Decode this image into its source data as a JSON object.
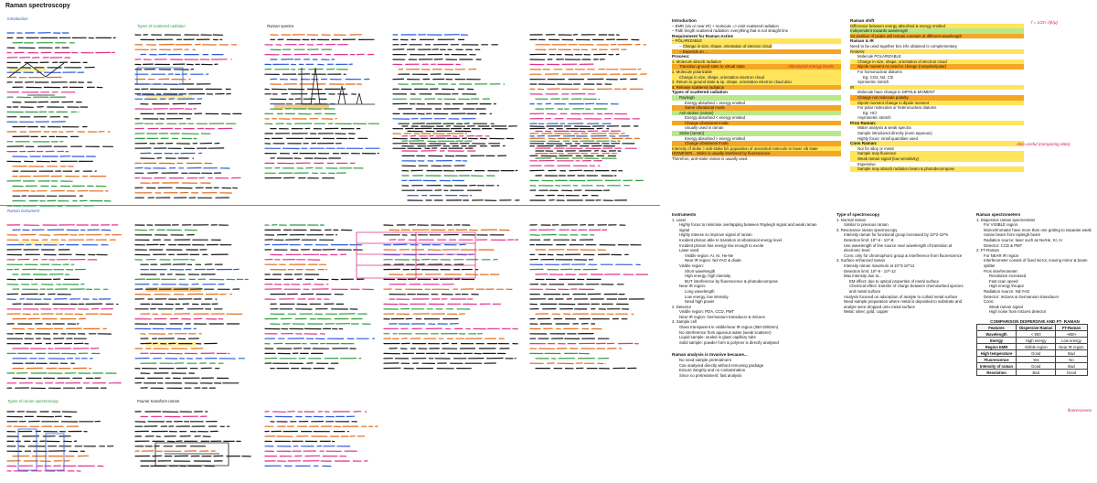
{
  "page": {
    "title": "Raman spectroscopy",
    "subtitle": ""
  },
  "intro": {
    "heading": "Introduction",
    "lines": [
      "EMR (vis or near IR) + molecule => emit scattered radiation",
      "Path length scattered radiation: everything that is not straight line"
    ],
    "req_heading": "Requirement for Raman Active",
    "req_lines": [
      "POLARIZABLE",
      "Change in size, shape, orientation of electron cloud",
      "Depends on ..."
    ],
    "process_heading": "Process:",
    "process_lines": [
      "1. Molecule absorb radiation",
      "Transition ground state to virtual state",
      "2. Molecule polarizable",
      "Change in size, shape, orientation electron cloud",
      "3. Return to ground state & sp. shape, orientation electron cloud also",
      "4. Release scattered radiation"
    ],
    "types_heading": "Types of scattered radiation",
    "types_lines": [
      "Rayleigh",
      "Energy absorbed = energy emitted",
      "Same vibrational mode",
      "Anti-stokes (raman)",
      "Energy absorbed < energy emitted",
      "Change vibrational mode",
      "Usually used in raman",
      "Stoke (raman)",
      "Energy absorbed > energy emitted",
      "Change vibrational mode",
      "Intensity of stoke > anti-stoke b/c population of unexcited molecule in lower vib state",
      "HOWEVER... Stoke is usually interfered by fluorescence",
      "Therefore, anti-stoke raman is usually used"
    ],
    "annotation": "Vibrational energy levels"
  },
  "shift": {
    "heading": "Raman shift",
    "lines": [
      "Difference between energy absorbed & energy emitted",
      "Independent towards wavelength",
      "So position of peaks will remain constant at different wavelength"
    ],
    "ir_heading": "Raman & IR",
    "ir_lines": [
      "Need to be used together bcs info obtained is complementary",
      "RAMAN",
      "Molecule POLARIZABLE",
      "Change in size, shape, orientation of electron cloud",
      "Dipole moment no need to change (nonpolar/polar)",
      "For homonuclear diatoms",
      "Eg: CO2, N2, Cl2",
      "Symmetric stretch",
      "IR",
      "Molecule have change in DIPOLE MOMENT",
      "Change not molecule polarity",
      "Dipole moment change in dipole moment",
      "For polar molecules or heteronuclear diatoms",
      "Eg: HCl",
      "Asymmetric stretch"
    ],
    "pros_heading": "Pros Raman:",
    "pros_lines": [
      "Water analysis & weak spectra",
      "Sample introduced directly (even aqueous)",
      "Highly focus: small quantities used"
    ],
    "cons_heading": "Cons Raman:",
    "cons_lines": [
      "Not for alloy or metal",
      "Sample may fluoresce",
      "Weak raman signal (low sensitivity)",
      "Expensive",
      "Sample may absorb radiation beam & photodecompose"
    ],
    "equation": "f = 1/2π √(k/μ)",
    "annotation": "Also useful (comparing data)"
  },
  "instruments": {
    "heading": "Instruments",
    "lines": [
      "1. Laser",
      "Highly focus to minimise overlapping between Rayleigh signal and weak raman signal",
      "Highly intense so improve signal of raman",
      "Incident photon able to transition at vibrational energy level",
      "Incident photon has energy low enough to excite",
      "Laser used",
      "Visible region: Ar, Kr, He-Ne",
      "Near IR region: Nd-YAG & diode",
      "Visible region:",
      "Short wavelength",
      "High energy, high intensity",
      "BUT interference by fluorescence & photodecompose",
      "Near IR region:",
      "Long wavelength",
      "Low energy, low intensity",
      "Need high power",
      "2. Detector",
      "Visible region: PDA, CCD, PMT",
      "Near IR region: Germanium transducer & InGaAs",
      "3. Sample cell",
      "Glass transparent in visible/near IR region (350-2000nm)",
      "No interference from aqueous water (weak scatterer)",
      "Liquid sample: sealed in glass capillary tube",
      "Solid sample: powder form & polymer is directly analysed"
    ],
    "analysis_heading": "Raman analysis is Invasive because...",
    "analysis_lines": [
      "No need sample pretreatment",
      "Can analysed directly without removing package",
      "Ensure integrity and no contamination",
      "Since no pretreatment: fast analysis"
    ]
  },
  "types": {
    "heading": "Type of spectroscopy",
    "lines": [
      "1. Normal raman",
      "Similar to previous raman",
      "2. Resonance raman spectroscopy",
      "Intensity raman for functional group increased by 10^2-10^6",
      "Detection limit: 10^-6 - 10^-8",
      "Use wavelength of line source near wavelength of transition at electronic level",
      "Cons: only for chromophoric group & interference from fluorescence",
      "3. Surface enhanced raman",
      "Intensity raman maximum at 10^3-10^12",
      "Detection limit: 10^-9 - 10^-12",
      "Max intensity due to...",
      "EM effect: due to optical properties of metal surface",
      "Chemical effect: transfer of charge between chemisorbed species and metal surface",
      "Analysis focused on adsorption of analyte to colloid metal surface",
      "Need sample preparation where metal is deposited to substrate and analyte were dropped onto metal surface",
      "Metal: silver, gold, copper"
    ]
  },
  "spectrometers": {
    "heading": "Raman spectrometers",
    "lines": [
      "1. Dispersive raman spectrometer",
      "For VISIBLE region",
      "Monochromator have more than one grating to separate weak raman beam from rayleigh beam",
      "Radiation source: laser such as Ne/He, Kr, Ar",
      "Detector: CCD & PMT",
      "2. FT-Raman",
      "For NEAR IR region",
      "Interferometer consist of fixed mirror, moving mirror & beam splitter",
      "Pros interferometer:",
      "Resolution increased",
      "Fast scan speed",
      "High energy thruput",
      "Radiation source: Nd-YAG",
      "Detector: InGaAs & Germanium transducer",
      "Cons:",
      "Weak raman signal",
      "High noise from InGaAs detector"
    ],
    "table_heading": "COMPARISON DISPERSIVE AND FT- RAMAN",
    "table_header": [
      "Features",
      "Dispersive Raman",
      "FT-Raman"
    ],
    "table_rows": [
      [
        "Wavelength",
        "< 800",
        "~800+"
      ],
      [
        "Energy",
        "High energy",
        "Low energy"
      ],
      [
        "Region EMR",
        "Visible region",
        "Near IR region"
      ],
      [
        "High temperature",
        "Good",
        "Bad"
      ],
      [
        "Fluorescence",
        "Yes",
        "No"
      ],
      [
        "Intensity of raman",
        "Good",
        "Bad"
      ],
      [
        "Resolution",
        "Bad",
        "Good"
      ]
    ],
    "annotation": "fluorescence"
  },
  "handwritten": {
    "intro_label": "Introduction",
    "scattered_label": "Types of scattered radiation",
    "raman_spectra_label": "Raman spectra",
    "instrument_label": "Raman instrument",
    "types_label": "Types of raman spectroscopy",
    "fourier_label": "Fourier transform raman"
  },
  "colors": {
    "ink": "#1a1a1a",
    "blue": "#2a5bd7",
    "green": "#2e9e3e",
    "pink": "#e0338a",
    "orange": "#e06a1a",
    "yellow": "#ffe45c",
    "highlight_orange": "#f5a623",
    "red": "#d4145a"
  }
}
